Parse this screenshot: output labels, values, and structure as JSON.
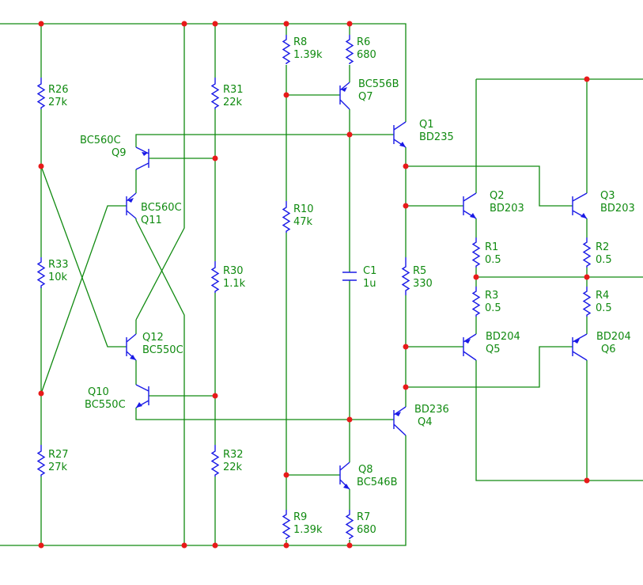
{
  "resistors": [
    {
      "id": "r26",
      "ref": "R26",
      "value": "27k"
    },
    {
      "id": "r31",
      "ref": "R31",
      "value": "22k"
    },
    {
      "id": "r8",
      "ref": "R8",
      "value": "1.39k"
    },
    {
      "id": "r6",
      "ref": "R6",
      "value": "680"
    },
    {
      "id": "r10",
      "ref": "R10",
      "value": "47k"
    },
    {
      "id": "r33",
      "ref": "R33",
      "value": "10k"
    },
    {
      "id": "r30",
      "ref": "R30",
      "value": "1.1k"
    },
    {
      "id": "r5",
      "ref": "R5",
      "value": "330"
    },
    {
      "id": "r1",
      "ref": "R1",
      "value": "0.5"
    },
    {
      "id": "r2",
      "ref": "R2",
      "value": "0.5"
    },
    {
      "id": "r3",
      "ref": "R3",
      "value": "0.5"
    },
    {
      "id": "r4",
      "ref": "R4",
      "value": "0.5"
    },
    {
      "id": "r27",
      "ref": "R27",
      "value": "27k"
    },
    {
      "id": "r32",
      "ref": "R32",
      "value": "22k"
    },
    {
      "id": "r9",
      "ref": "R9",
      "value": "1.39k"
    },
    {
      "id": "r7",
      "ref": "R7",
      "value": "680"
    }
  ],
  "capacitors": [
    {
      "id": "c1",
      "ref": "C1",
      "value": "1u"
    }
  ],
  "transistors": [
    {
      "id": "q7",
      "ref": "Q7",
      "part": "BC556B"
    },
    {
      "id": "q1",
      "ref": "Q1",
      "part": "BD235"
    },
    {
      "id": "q9",
      "ref": "Q9",
      "part": "BC560C"
    },
    {
      "id": "q11",
      "ref": "Q11",
      "part": "BC560C"
    },
    {
      "id": "q2",
      "ref": "Q2",
      "part": "BD203"
    },
    {
      "id": "q3",
      "ref": "Q3",
      "part": "BD203"
    },
    {
      "id": "q12",
      "ref": "Q12",
      "part": "BC550C"
    },
    {
      "id": "q10",
      "ref": "Q10",
      "part": "BC550C"
    },
    {
      "id": "q5",
      "ref": "Q5",
      "part": "BD204"
    },
    {
      "id": "q6",
      "ref": "Q6",
      "part": "BD204"
    },
    {
      "id": "q4",
      "ref": "Q4",
      "part": "BD236"
    },
    {
      "id": "q8",
      "ref": "Q8",
      "part": "BC546B"
    }
  ],
  "colors": {
    "wire": "#108a10",
    "component": "#1a1ae6",
    "junction": "#e81a1a",
    "label": "#108a10",
    "background": "#ffffff"
  }
}
